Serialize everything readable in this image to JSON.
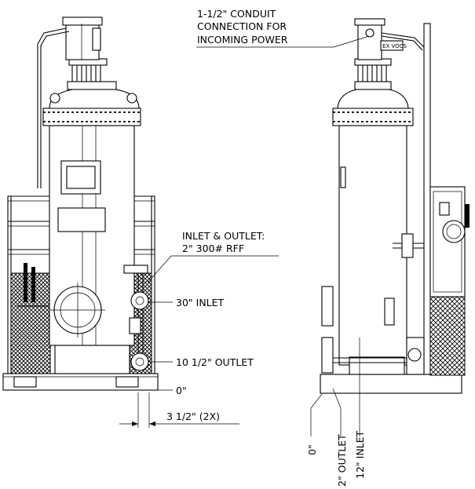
{
  "callouts": {
    "conduit_line1": "1-1/2\" CONDUIT",
    "conduit_line2": "CONNECTION FOR",
    "conduit_line3": "INCOMING POWER",
    "inlet_outlet_line1": "INLET & OUTLET:",
    "inlet_outlet_line2": "2\" 300# RFF",
    "inlet_30": "30\" INLET",
    "outlet_10_5": "10 1/2\" OUTLET",
    "zero_front": "0\"",
    "offset_dim": "3 1/2\" (2X)",
    "zero_side": "0\"",
    "outlet_2": "2\" OUTLET",
    "inlet_12": "12\" INLET"
  },
  "nameplate": "EX VOCS"
}
